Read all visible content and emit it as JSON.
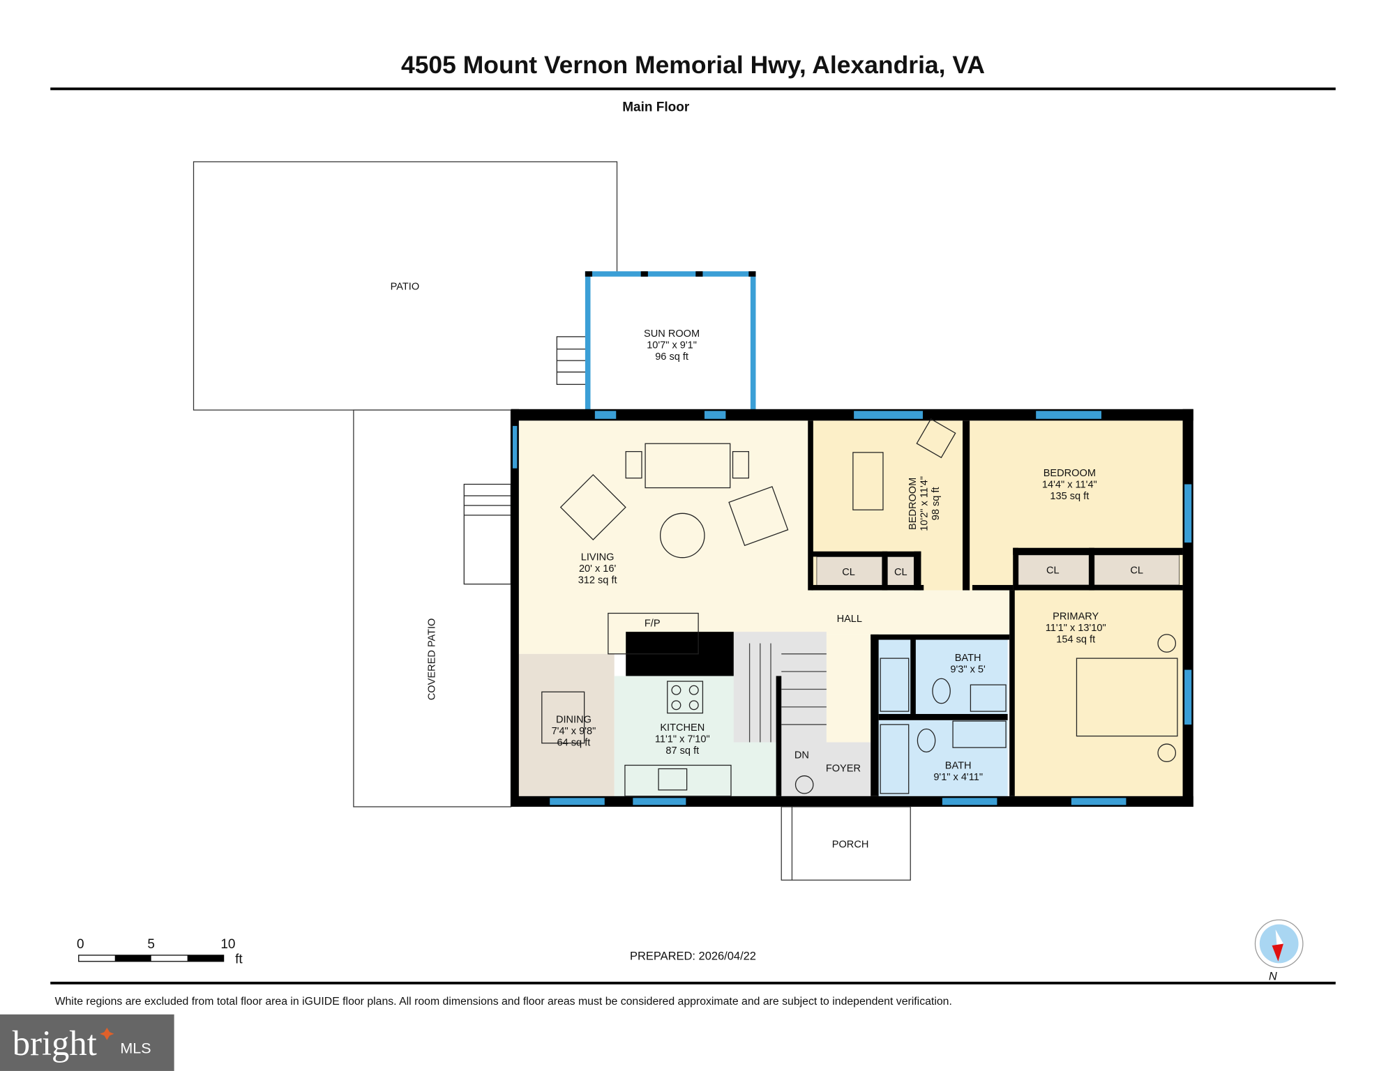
{
  "header": {
    "title": "4505 Mount Vernon Memorial Hwy, Alexandria, VA",
    "floor": "Main Floor"
  },
  "rooms": {
    "patio": {
      "name": "PATIO"
    },
    "sun_room": {
      "name": "SUN ROOM",
      "dims": "10'7\" x 9'1\"",
      "area": "96 sq ft"
    },
    "covered_patio": {
      "name": "COVERED PATIO"
    },
    "living": {
      "name": "LIVING",
      "dims": "20' x 16'",
      "area": "312 sq ft"
    },
    "bedroom1": {
      "name": "BEDROOM",
      "dims": "10'2\" x 11'4\"",
      "area": "98 sq ft"
    },
    "bedroom2": {
      "name": "BEDROOM",
      "dims": "14'4\" x 11'4\"",
      "area": "135 sq ft"
    },
    "primary": {
      "name": "PRIMARY",
      "dims": "11'1\" x 13'10\"",
      "area": "154 sq ft"
    },
    "hall": {
      "name": "HALL"
    },
    "fireplace": {
      "name": "F/P"
    },
    "dining": {
      "name": "DINING",
      "dims": "7'4\" x 9'8\"",
      "area": "64 sq ft"
    },
    "kitchen": {
      "name": "KITCHEN",
      "dims": "11'1\" x 7'10\"",
      "area": "87 sq ft"
    },
    "bath1": {
      "name": "BATH",
      "dims": "9'3\" x 5'"
    },
    "bath2": {
      "name": "BATH",
      "dims": "9'1\" x 4'11\""
    },
    "foyer": {
      "name": "FOYER"
    },
    "stairs_down": {
      "name": "DN"
    },
    "porch": {
      "name": "PORCH"
    },
    "closet": {
      "name": "CL"
    }
  },
  "scale": {
    "ticks": [
      "0",
      "5",
      "10"
    ],
    "unit": "ft"
  },
  "prepared": "PREPARED: 2026/04/22",
  "compass": {
    "label": "N"
  },
  "footer": {
    "disclaimer": "White regions are excluded from total floor area in iGUIDE floor plans. All room dimensions and floor areas must be considered approximate and are subject to independent verification."
  },
  "logo": {
    "text": "bright",
    "suffix": "MLS"
  },
  "colors": {
    "window": "#3b9fd6",
    "living": "#fdf7e2",
    "bedroom": "#fcefc8",
    "bath": "#cfe8f8",
    "kitchen": "#e7f3ec",
    "dining": "#e9e1d5",
    "closet": "#e7ded1",
    "foyer": "#e4e4e4"
  }
}
